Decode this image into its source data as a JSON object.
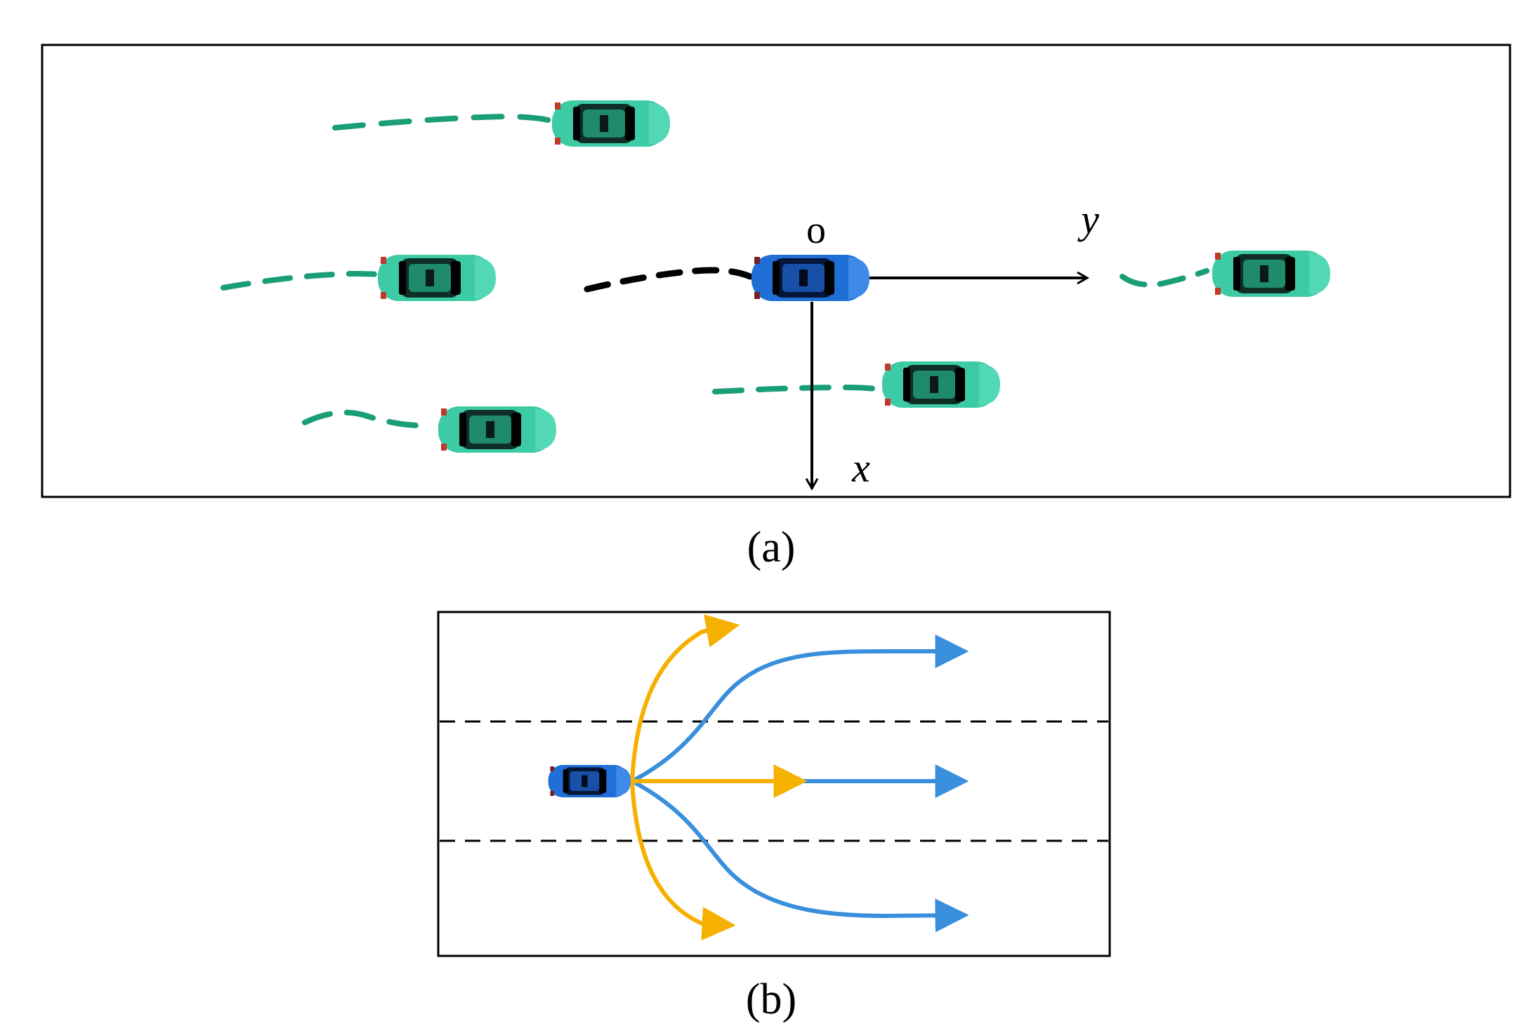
{
  "panel_a": {
    "caption": "(a)",
    "origin_label": "o",
    "x_axis_label": "x",
    "y_axis_label": "y",
    "colors": {
      "ego_body": "#1f6fd6",
      "ego_dark": "#0a2a6e",
      "neighbor_body": "#3ccba4",
      "neighbor_dark": "#0e5e4a",
      "neighbor_trail": "#1a9e78",
      "ego_trail": "#000000",
      "axis": "#000000"
    }
  },
  "panel_b": {
    "caption": "(b)",
    "colors": {
      "ego_body": "#1f6fd6",
      "longitudinal_maneuver": "#f5b000",
      "lateral_maneuver": "#3a8fdc",
      "lane_marking": "#000000"
    }
  }
}
